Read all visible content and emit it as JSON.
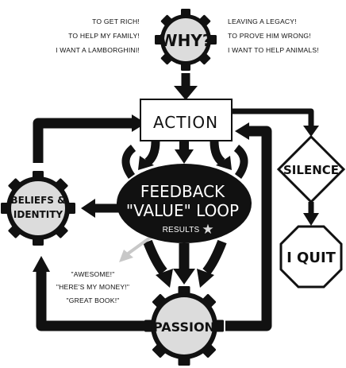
{
  "why": {
    "label": "WHY?",
    "reasons_left": [
      "TO GET RICH!",
      "TO HELP MY FAMILY!",
      "I WANT A LAMBORGHINI!"
    ],
    "reasons_right": [
      "LEAVING A LEGACY!",
      "TO PROVE HIM WRONG!",
      "I WANT TO HELP ANIMALS!"
    ]
  },
  "action": {
    "label": "ACTION"
  },
  "beliefs": {
    "line1": "BELIEFS &",
    "line2": "IDENTITY"
  },
  "feedback": {
    "line1": "FEEDBACK",
    "line2": "\"VALUE\" LOOP",
    "results": "RESULTS",
    "star": "★"
  },
  "quotes": [
    "\"AWESOME!\"",
    "\"HERE'S MY MONEY!\"",
    "\"GREAT BOOK!\""
  ],
  "passion": {
    "label": "PASSION"
  },
  "silence": {
    "label": "SILENCE"
  },
  "quit": {
    "label": "I QUIT"
  },
  "colors": {
    "ink": "#111111",
    "gear_fill": "#dcdcdc",
    "feedback_fill": "#111111",
    "gray_arrow": "#c8c8c8"
  }
}
